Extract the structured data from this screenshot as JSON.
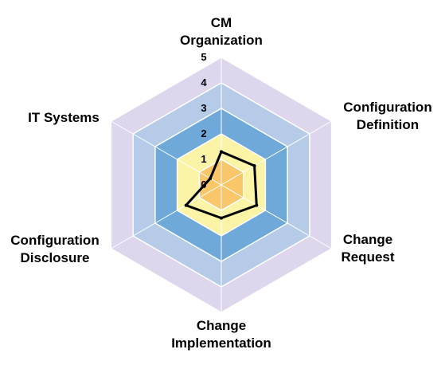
{
  "chart_data": {
    "type": "radar",
    "title": "",
    "axes": [
      [
        "CM",
        "Organization"
      ],
      [
        "Configuration",
        "Definition"
      ],
      [
        "Change",
        "Request"
      ],
      [
        "Change",
        "Implementation"
      ],
      [
        "Configuration",
        "Disclosure"
      ],
      [
        "IT Systems"
      ]
    ],
    "ticks": [
      "0",
      "1",
      "2",
      "3",
      "4",
      "5"
    ],
    "rlim": [
      0,
      5
    ],
    "series": [
      {
        "values": [
          1.3,
          1.5,
          1.6,
          1.3,
          1.6,
          0.5
        ],
        "color": "#000000"
      }
    ],
    "band_colors": [
      "#f9c66a",
      "#fbf4a6",
      "#6fa9d9",
      "#b5cbe8",
      "#ddd6ec"
    ],
    "grid": true,
    "legend": "none"
  }
}
